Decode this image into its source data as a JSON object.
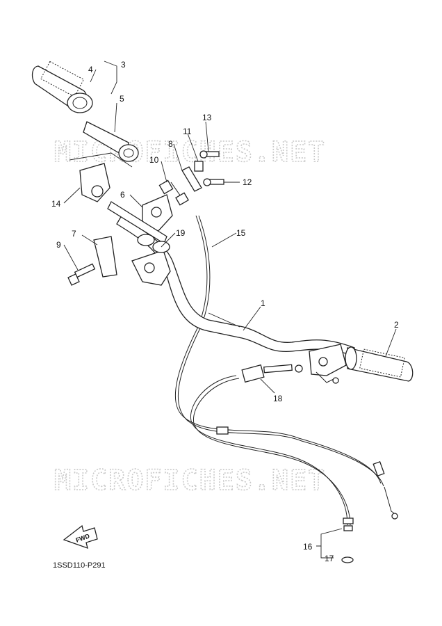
{
  "watermark": "MICROFICHES.NET",
  "diagram_code": "1SSD110-P291",
  "fwd_label": "FWD",
  "callouts": [
    "1",
    "2",
    "3",
    "4",
    "5",
    "6",
    "7",
    "8",
    "9",
    "10",
    "11",
    "12",
    "13",
    "14",
    "15",
    "16",
    "17",
    "18",
    "19"
  ],
  "colors": {
    "ink": "#222222",
    "watermark": "#c9c9c9",
    "background": "#ffffff"
  }
}
